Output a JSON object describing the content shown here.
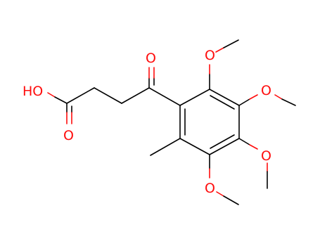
{
  "molecule": {
    "atoms": {
      "carboxyl_oh": "HO",
      "carboxyl_o": "O",
      "ketone_o": "O",
      "methoxy_o1": "O",
      "methoxy_o2": "O",
      "methoxy_o3": "O",
      "methoxy_o4": "O"
    },
    "colors": {
      "bond": "#000000",
      "oxygen": "#ff0d0d",
      "background": "#ffffff"
    }
  }
}
